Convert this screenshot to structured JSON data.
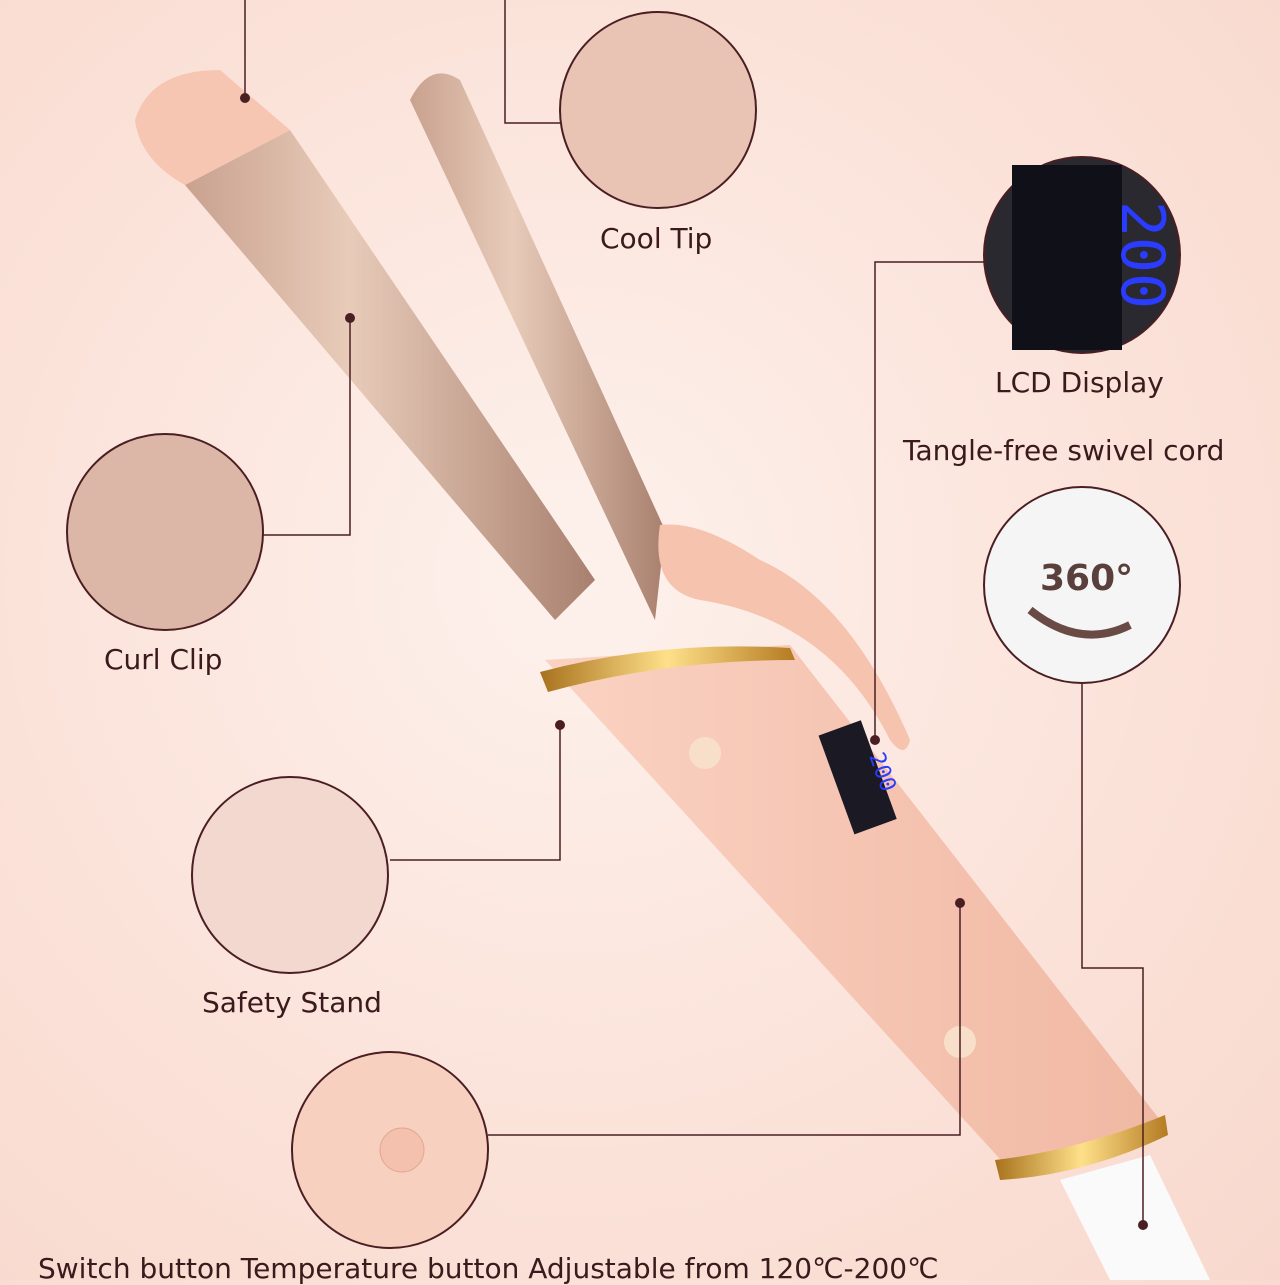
{
  "labels": {
    "cool_tip": "Cool Tip",
    "lcd_display": "LCD Display",
    "swivel_cord": "Tangle-free swivel cord",
    "curl_clip": "Curl Clip",
    "safety_stand": "Safety Stand",
    "bottom_caption": "Switch button Temperature button Adjustable from 120℃-200℃"
  },
  "lcd_reading": "200",
  "rotation_badge": "360°",
  "colors": {
    "line": "#4a1e22",
    "pink": "#f7c9b8",
    "gold": "#d9a441",
    "lcd": "#2a3cff"
  }
}
